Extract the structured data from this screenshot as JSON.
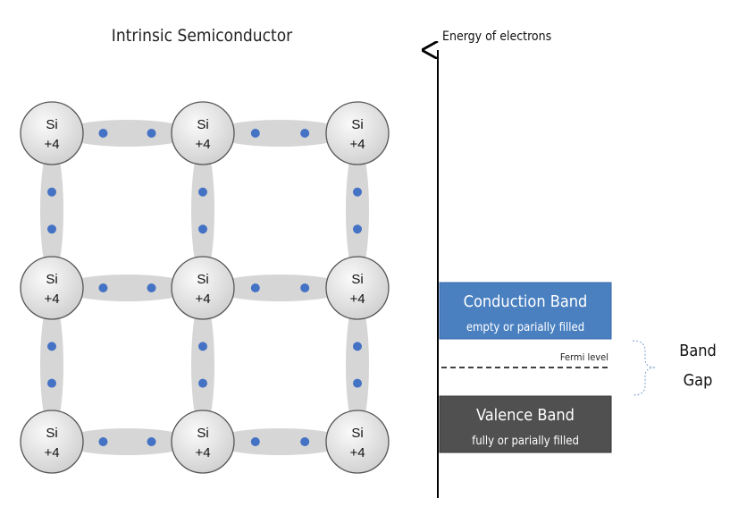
{
  "lattice": {
    "title": "Intrinsic Semiconductor",
    "atom_symbol": "Si",
    "atom_charge": "+4",
    "rows": 3,
    "cols": 3
  },
  "band_diagram": {
    "axis_label": "Energy  of electrons",
    "conduction_band": {
      "name": "Conduction  Band",
      "description": "empty  or  parially  filled"
    },
    "valence_band": {
      "name": "Valence  Band",
      "description": "fully  or  parially  filled"
    },
    "fermi_label": "Fermi level",
    "gap_label_line1": "Band",
    "gap_label_line2": "Gap"
  },
  "colors": {
    "conduction_band": "#4a80c0",
    "valence_band": "#505050",
    "electron": "#4472c4",
    "bond": "#d6d6d6",
    "atom_fill": "#e8e8e8",
    "brace": "#7f9fcf"
  }
}
